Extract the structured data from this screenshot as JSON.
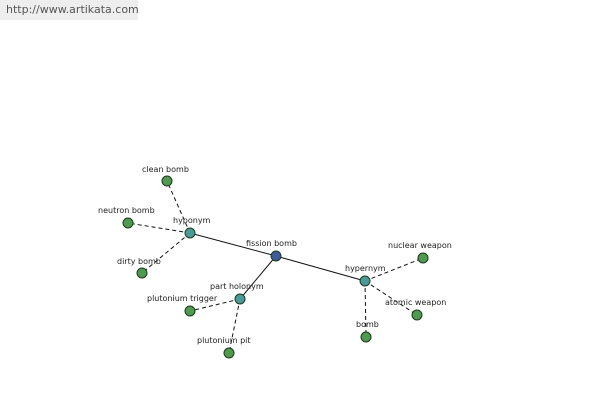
{
  "header": {
    "url": "http://www.artikata.com"
  },
  "colors": {
    "center_node": "#3f5a9a",
    "relation_node": "#4a9a9a",
    "leaf_node": "#4f9a4f",
    "edge": "#111111"
  },
  "graph": {
    "nodes": [
      {
        "id": "fission-bomb",
        "label": "fission bomb",
        "kind": "center"
      },
      {
        "id": "hyponym",
        "label": "hyponym",
        "kind": "relation"
      },
      {
        "id": "part-holonym",
        "label": "part holonym",
        "kind": "relation"
      },
      {
        "id": "hypernym",
        "label": "hypernym",
        "kind": "relation"
      },
      {
        "id": "clean-bomb",
        "label": "clean bomb",
        "kind": "leaf"
      },
      {
        "id": "neutron-bomb",
        "label": "neutron bomb",
        "kind": "leaf"
      },
      {
        "id": "dirty-bomb",
        "label": "dirty bomb",
        "kind": "leaf"
      },
      {
        "id": "plutonium-trigger",
        "label": "plutonium trigger",
        "kind": "leaf"
      },
      {
        "id": "plutonium-pit",
        "label": "plutonium pit",
        "kind": "leaf"
      },
      {
        "id": "nuclear-weapon",
        "label": "nuclear weapon",
        "kind": "leaf"
      },
      {
        "id": "atomic-weapon",
        "label": "atomic weapon",
        "kind": "leaf"
      },
      {
        "id": "bomb",
        "label": "bomb",
        "kind": "leaf"
      }
    ],
    "edges": [
      {
        "from": "fission-bomb",
        "to": "hyponym",
        "style": "solid"
      },
      {
        "from": "fission-bomb",
        "to": "part-holonym",
        "style": "solid"
      },
      {
        "from": "fission-bomb",
        "to": "hypernym",
        "style": "solid"
      },
      {
        "from": "hyponym",
        "to": "clean-bomb",
        "style": "dashed"
      },
      {
        "from": "hyponym",
        "to": "neutron-bomb",
        "style": "dashed"
      },
      {
        "from": "hyponym",
        "to": "dirty-bomb",
        "style": "dashed"
      },
      {
        "from": "part-holonym",
        "to": "plutonium-trigger",
        "style": "dashed"
      },
      {
        "from": "part-holonym",
        "to": "plutonium-pit",
        "style": "dashed"
      },
      {
        "from": "hypernym",
        "to": "nuclear-weapon",
        "style": "dashed"
      },
      {
        "from": "hypernym",
        "to": "atomic-weapon",
        "style": "dashed"
      },
      {
        "from": "hypernym",
        "to": "bomb",
        "style": "dashed"
      }
    ]
  }
}
